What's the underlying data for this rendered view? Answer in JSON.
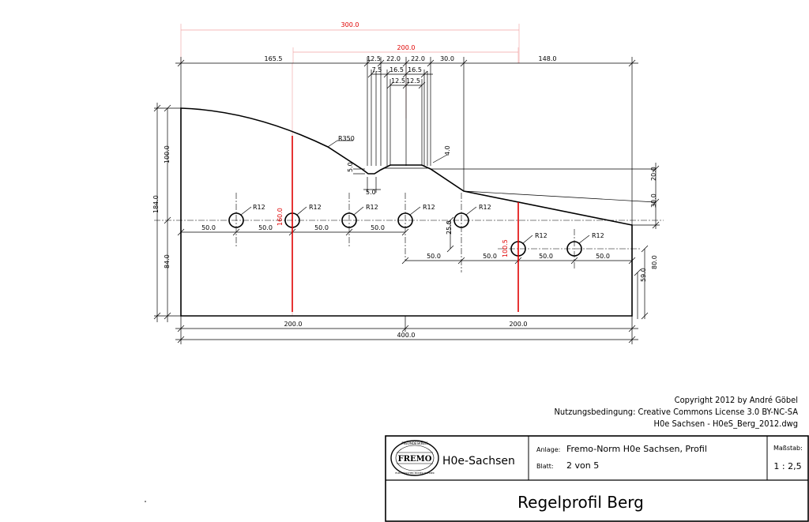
{
  "colors": {
    "line": "#000000",
    "accent": "#e00000",
    "helper": "#f0a0a0",
    "background": "#ffffff"
  },
  "dimensions": {
    "top_overall": "300.0",
    "top_center": "200.0",
    "left_span": "165.5",
    "p1": "12.5",
    "p2": "22.0",
    "p3": "22.0",
    "p4": "30.0",
    "right_span": "148.0",
    "d75": "7.5",
    "d165a": "16.5",
    "d165b": "16.5",
    "d125a": "12.5",
    "d125b": "12.5",
    "radius_curve": "R350",
    "d50v": "5.0",
    "d50h": "5.0",
    "d40": "4.0",
    "height_100": "100.0",
    "height_184": "184.0",
    "height_84": "84.0",
    "height_160": "160.0",
    "right_20": "20.0",
    "right_30": "30.0",
    "right_80": "80.0",
    "right_59": "59.0",
    "height_1005": "100.5",
    "d25": "25.0",
    "spacing_50": "50.0",
    "bottom_left": "200.0",
    "bottom_right": "200.0",
    "bottom_total": "400.0",
    "hole_radius": "R12"
  },
  "copyright": {
    "line1": "Copyright 2012 by André Göbel",
    "line2": "Nutzungsbedingung: Creative Commons License 3.0 BY-NC-SA",
    "line3": "H0e Sachsen - H0eS_Berg_2012.dwg"
  },
  "title_block": {
    "logo_text": "FREMO",
    "logo_ring_top": "FREUNDESKREIS",
    "logo_ring_bottom": "EUROPÄISCHER MODELLBAHNER",
    "org_name": "H0e-Sachsen",
    "anlage_label": "Anlage:",
    "anlage_value": "Fremo-Norm H0e Sachsen, Profil",
    "blatt_label": "Blatt:",
    "blatt_value": "2 von 5",
    "massstab_label": "Maßstab:",
    "massstab_value": "1 : 2,5",
    "drawing_title": "Regelprofil Berg"
  }
}
